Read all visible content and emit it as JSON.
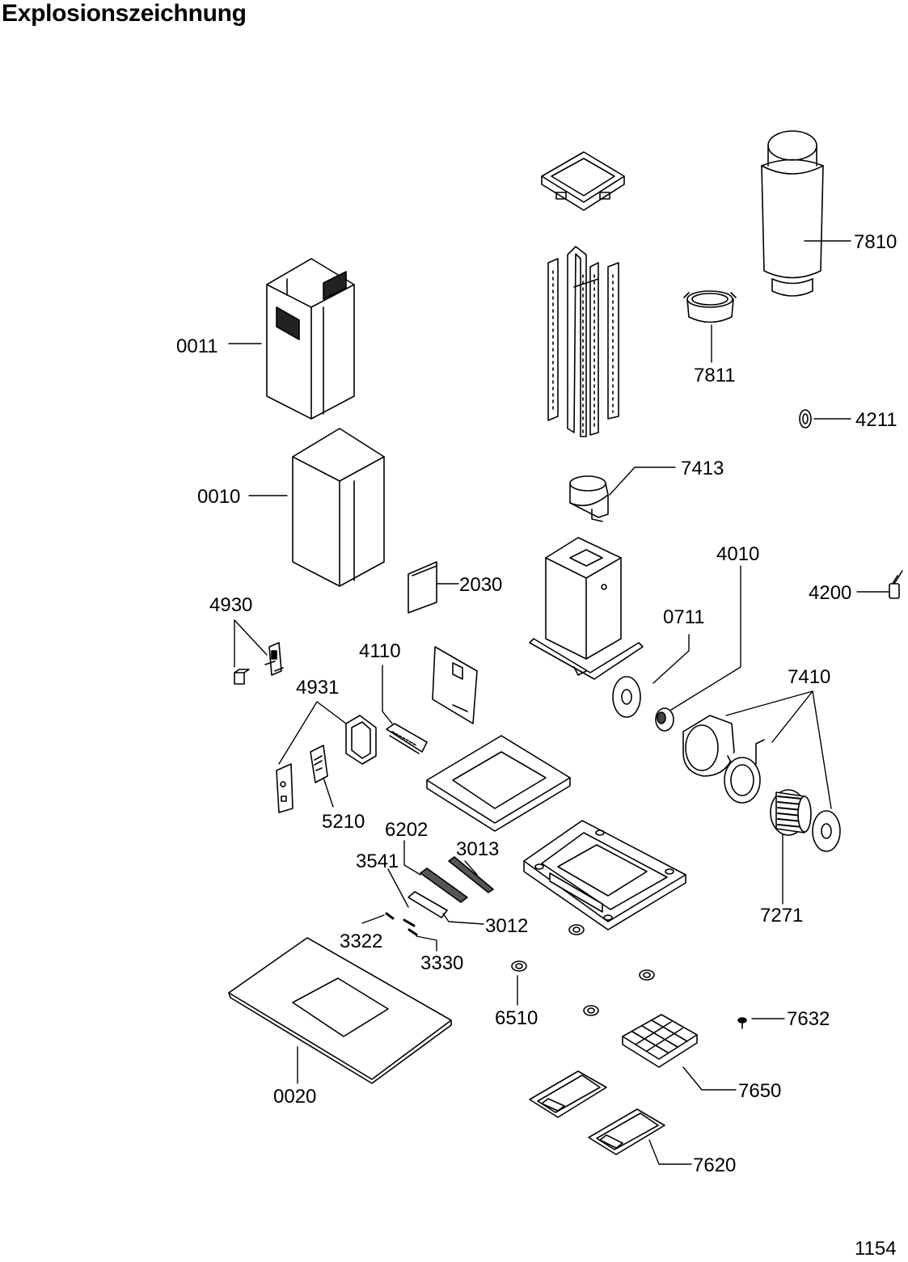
{
  "title": "Explosionszeichnung",
  "page_number": "1154",
  "parts": [
    {
      "id": "0011",
      "label": "0011"
    },
    {
      "id": "0010",
      "label": "0010"
    },
    {
      "id": "0020",
      "label": "0020"
    },
    {
      "id": "0711",
      "label": "0711"
    },
    {
      "id": "2030",
      "label": "2030"
    },
    {
      "id": "3012",
      "label": "3012"
    },
    {
      "id": "3013",
      "label": "3013"
    },
    {
      "id": "3322",
      "label": "3322"
    },
    {
      "id": "3330",
      "label": "3330"
    },
    {
      "id": "3541",
      "label": "3541"
    },
    {
      "id": "4010",
      "label": "4010"
    },
    {
      "id": "4110",
      "label": "4110"
    },
    {
      "id": "4200",
      "label": "4200"
    },
    {
      "id": "4211",
      "label": "4211"
    },
    {
      "id": "4930",
      "label": "4930"
    },
    {
      "id": "4931",
      "label": "4931"
    },
    {
      "id": "5210",
      "label": "5210"
    },
    {
      "id": "6202",
      "label": "6202"
    },
    {
      "id": "6510",
      "label": "6510"
    },
    {
      "id": "7271",
      "label": "7271"
    },
    {
      "id": "7410",
      "label": "7410"
    },
    {
      "id": "7413",
      "label": "7413"
    },
    {
      "id": "7620",
      "label": "7620"
    },
    {
      "id": "7632",
      "label": "7632"
    },
    {
      "id": "7650",
      "label": "7650"
    },
    {
      "id": "7810",
      "label": "7810"
    },
    {
      "id": "7811",
      "label": "7811"
    }
  ]
}
